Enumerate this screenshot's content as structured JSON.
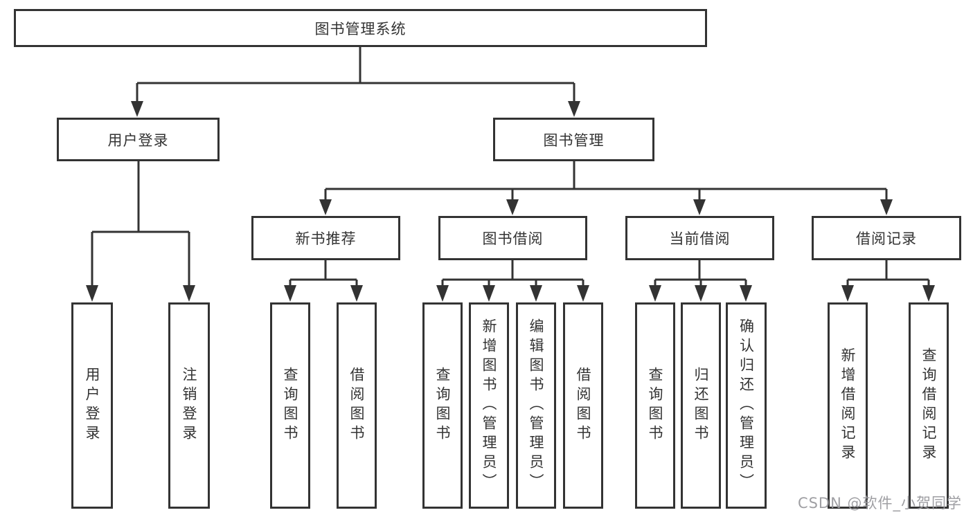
{
  "chart": {
    "root": {
      "label": "图书管理系统"
    },
    "level2": [
      {
        "label": "用户登录",
        "children": [
          {
            "label": "用户登录"
          },
          {
            "label": "注销登录"
          }
        ]
      },
      {
        "label": "图书管理",
        "children": [
          {
            "label": "新书推荐",
            "children": [
              {
                "label": "查询图书"
              },
              {
                "label": "借阅图书"
              }
            ]
          },
          {
            "label": "图书借阅",
            "children": [
              {
                "label": "查询图书"
              },
              {
                "label": "新增图书（管理员）"
              },
              {
                "label": "编辑图书（管理员）"
              },
              {
                "label": "借阅图书"
              }
            ]
          },
          {
            "label": "当前借阅",
            "children": [
              {
                "label": "查询图书"
              },
              {
                "label": "归还图书"
              },
              {
                "label": "确认归还（管理员）"
              }
            ]
          },
          {
            "label": "借阅记录",
            "children": [
              {
                "label": "新增借阅记录"
              },
              {
                "label": "查询借阅记录"
              }
            ]
          }
        ]
      }
    ]
  },
  "watermark": {
    "text": "CSDN @软件_小贺同学"
  },
  "colors": {
    "line": "#333333",
    "text": "#333333",
    "box_background": "#ffffff",
    "watermark": "#9a9a9e",
    "background": "#ffffff"
  }
}
